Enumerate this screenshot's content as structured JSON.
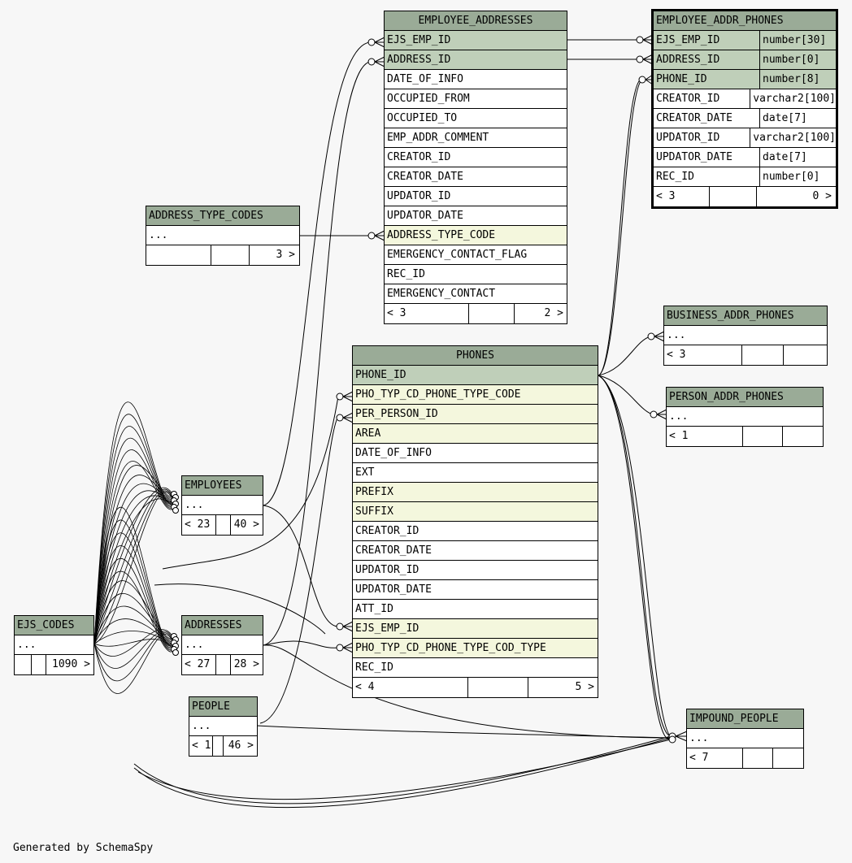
{
  "tables": [
    {
      "id": "employee_addresses",
      "name": "EMPLOYEE_ADDRESSES",
      "rows": [
        {
          "name": "EJS_EMP_ID",
          "kind": "pk"
        },
        {
          "name": "ADDRESS_ID",
          "kind": "pk"
        },
        {
          "name": "DATE_OF_INFO"
        },
        {
          "name": "OCCUPIED_FROM"
        },
        {
          "name": "OCCUPIED_TO"
        },
        {
          "name": "EMP_ADDR_COMMENT"
        },
        {
          "name": "CREATOR_ID"
        },
        {
          "name": "CREATOR_DATE"
        },
        {
          "name": "UPDATOR_ID"
        },
        {
          "name": "UPDATOR_DATE"
        },
        {
          "name": "ADDRESS_TYPE_CODE",
          "kind": "fk"
        },
        {
          "name": "EMERGENCY_CONTACT_FLAG"
        },
        {
          "name": "REC_ID"
        },
        {
          "name": "EMERGENCY_CONTACT"
        }
      ],
      "footer": {
        "left": "< 3",
        "mid": "",
        "right": "2 >"
      }
    },
    {
      "id": "employee_addr_phones",
      "name": "EMPLOYEE_ADDR_PHONES",
      "rows": [
        {
          "name": "EJS_EMP_ID",
          "type": "number[30]",
          "kind": "pk"
        },
        {
          "name": "ADDRESS_ID",
          "type": "number[0]",
          "kind": "pk"
        },
        {
          "name": "PHONE_ID",
          "type": "number[8]",
          "kind": "pk"
        },
        {
          "name": "CREATOR_ID",
          "type": "varchar2[100]"
        },
        {
          "name": "CREATOR_DATE",
          "type": "date[7]"
        },
        {
          "name": "UPDATOR_ID",
          "type": "varchar2[100]"
        },
        {
          "name": "UPDATOR_DATE",
          "type": "date[7]"
        },
        {
          "name": "REC_ID",
          "type": "number[0]"
        }
      ],
      "footer": {
        "left": "< 3",
        "mid": "",
        "right": "0 >"
      }
    },
    {
      "id": "address_type_codes",
      "name": "ADDRESS_TYPE_CODES",
      "rows": [
        {
          "name": "..."
        }
      ],
      "footer": {
        "left": "",
        "mid": "",
        "right": "3 >"
      }
    },
    {
      "id": "business_addr_phones",
      "name": "BUSINESS_ADDR_PHONES",
      "rows": [
        {
          "name": "..."
        }
      ],
      "footer": {
        "left": "< 3",
        "mid": "",
        "right": ""
      }
    },
    {
      "id": "person_addr_phones",
      "name": "PERSON_ADDR_PHONES",
      "rows": [
        {
          "name": "..."
        }
      ],
      "footer": {
        "left": "< 1",
        "mid": "",
        "right": ""
      }
    },
    {
      "id": "phones",
      "name": "PHONES",
      "rows": [
        {
          "name": "PHONE_ID",
          "kind": "pk"
        },
        {
          "name": "PHO_TYP_CD_PHONE_TYPE_CODE",
          "kind": "fk"
        },
        {
          "name": "PER_PERSON_ID",
          "kind": "fk"
        },
        {
          "name": "AREA",
          "kind": "fk"
        },
        {
          "name": "DATE_OF_INFO"
        },
        {
          "name": "EXT"
        },
        {
          "name": "PREFIX",
          "kind": "fk"
        },
        {
          "name": "SUFFIX",
          "kind": "fk"
        },
        {
          "name": "CREATOR_ID"
        },
        {
          "name": "CREATOR_DATE"
        },
        {
          "name": "UPDATOR_ID"
        },
        {
          "name": "UPDATOR_DATE"
        },
        {
          "name": "ATT_ID"
        },
        {
          "name": "EJS_EMP_ID",
          "kind": "fk"
        },
        {
          "name": "PHO_TYP_CD_PHONE_TYPE_COD_TYPE",
          "kind": "fk"
        },
        {
          "name": "REC_ID"
        }
      ],
      "footer": {
        "left": "< 4",
        "mid": "",
        "right": "5 >"
      }
    },
    {
      "id": "employees",
      "name": "EMPLOYEES",
      "rows": [
        {
          "name": "..."
        }
      ],
      "footer": {
        "left": "< 23",
        "mid": "",
        "right": "40 >"
      }
    },
    {
      "id": "ejs_codes",
      "name": "EJS_CODES",
      "rows": [
        {
          "name": "..."
        }
      ],
      "footer": {
        "left": "",
        "mid": "",
        "right": "1090 >"
      }
    },
    {
      "id": "addresses",
      "name": "ADDRESSES",
      "rows": [
        {
          "name": "..."
        }
      ],
      "footer": {
        "left": "< 27",
        "mid": "",
        "right": "28 >"
      }
    },
    {
      "id": "people",
      "name": "PEOPLE",
      "rows": [
        {
          "name": "..."
        }
      ],
      "footer": {
        "left": "< 1",
        "mid": "",
        "right": "46 >"
      }
    },
    {
      "id": "impound_people",
      "name": "IMPOUND_PEOPLE",
      "rows": [
        {
          "name": "..."
        }
      ],
      "footer": {
        "left": "< 7",
        "mid": "",
        "right": ""
      }
    }
  ],
  "footnote": "Generated by SchemaSpy"
}
